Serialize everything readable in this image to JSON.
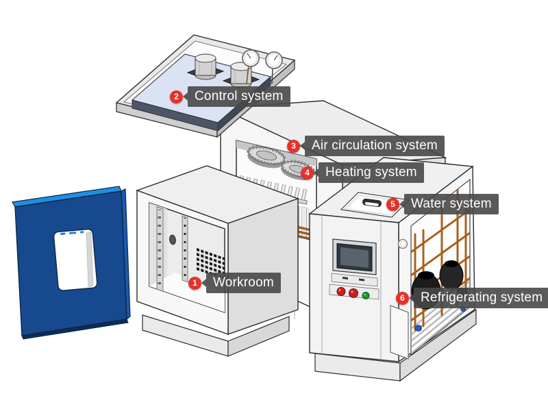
{
  "labels": [
    {
      "num": "1",
      "text": "Workroom"
    },
    {
      "num": "2",
      "text": "Control system"
    },
    {
      "num": "3",
      "text": "Air circulation system"
    },
    {
      "num": "4",
      "text": "Heating system"
    },
    {
      "num": "5",
      "text": "Water system"
    },
    {
      "num": "6",
      "text": "Refrigerating system"
    }
  ],
  "colors": {
    "badge": "#e6322a",
    "label_bg": "rgba(72,72,72,0.9)",
    "label_text": "#ffffff",
    "door_front": "#17498e",
    "door_top": "#1e8fe3",
    "door_side": "#1a5cb0",
    "panel_top": "#dbe2f4",
    "panel_edge": "#4d5668",
    "copper": "#a8611e",
    "btn_red": "#c92020",
    "btn_green": "#1d9a2c",
    "fitting_blue": "#2b59c4"
  }
}
